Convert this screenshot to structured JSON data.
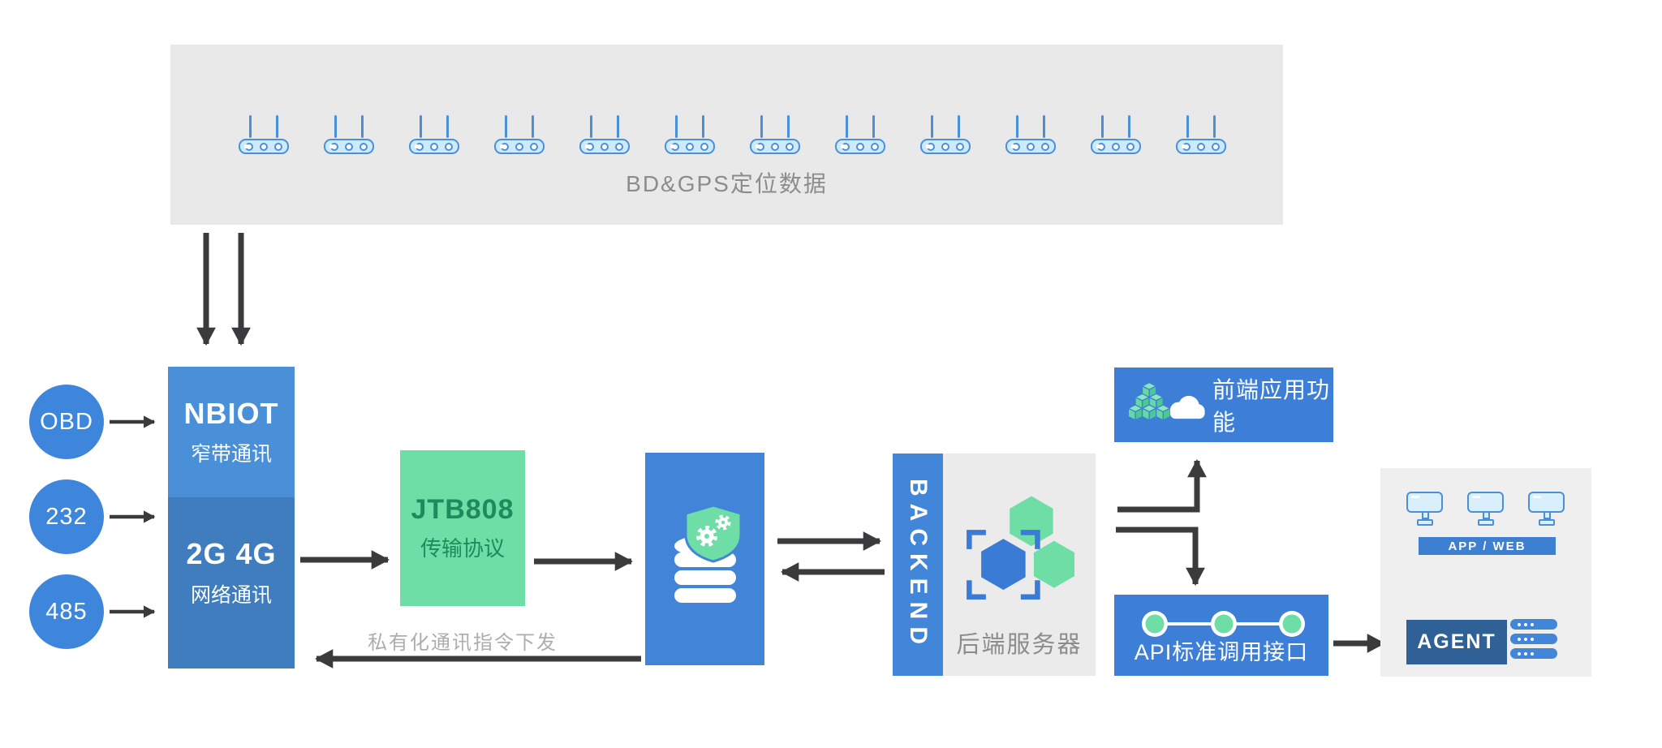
{
  "devices": {
    "count": 12,
    "caption": "BD&GPS定位数据"
  },
  "inputs": [
    {
      "label": "OBD"
    },
    {
      "label": "232"
    },
    {
      "label": "485"
    }
  ],
  "comm_module": {
    "nbiot_title": "NBIOT",
    "nbiot_subtitle": "窄带通讯",
    "cellular_title": "2G 4G",
    "cellular_subtitle": "网络通讯"
  },
  "protocol": {
    "title": "JTB808",
    "subtitle": "传输协议"
  },
  "downlink": {
    "caption": "私有化通讯指令下发"
  },
  "backend": {
    "vertical_label": "BACKEND",
    "caption": "后端服务器"
  },
  "frontend": {
    "label": "前端应用功能"
  },
  "api": {
    "label": "API标准调用接口"
  },
  "client": {
    "monitor_count": 3,
    "app_web_label": "APP / WEB",
    "agent_label": "AGENT",
    "server_count": 3
  },
  "colors": {
    "primary_blue": "#4186d8",
    "nbiot_blue": "#4a90d9",
    "cellular_blue": "#3f7dbf",
    "circle_blue": "#3e86db",
    "agent_dark_blue": "#2f6096",
    "green": "#6edda6",
    "green_text": "#1f8a5c",
    "panel_gray": "#e9e9e9",
    "text_gray": "#8c8c8c",
    "light_text_gray": "#adadad",
    "arrow_dark": "#3b3b3d",
    "device_icon_blue": "#4a90d8",
    "device_icon_fill": "#cdeafb"
  }
}
